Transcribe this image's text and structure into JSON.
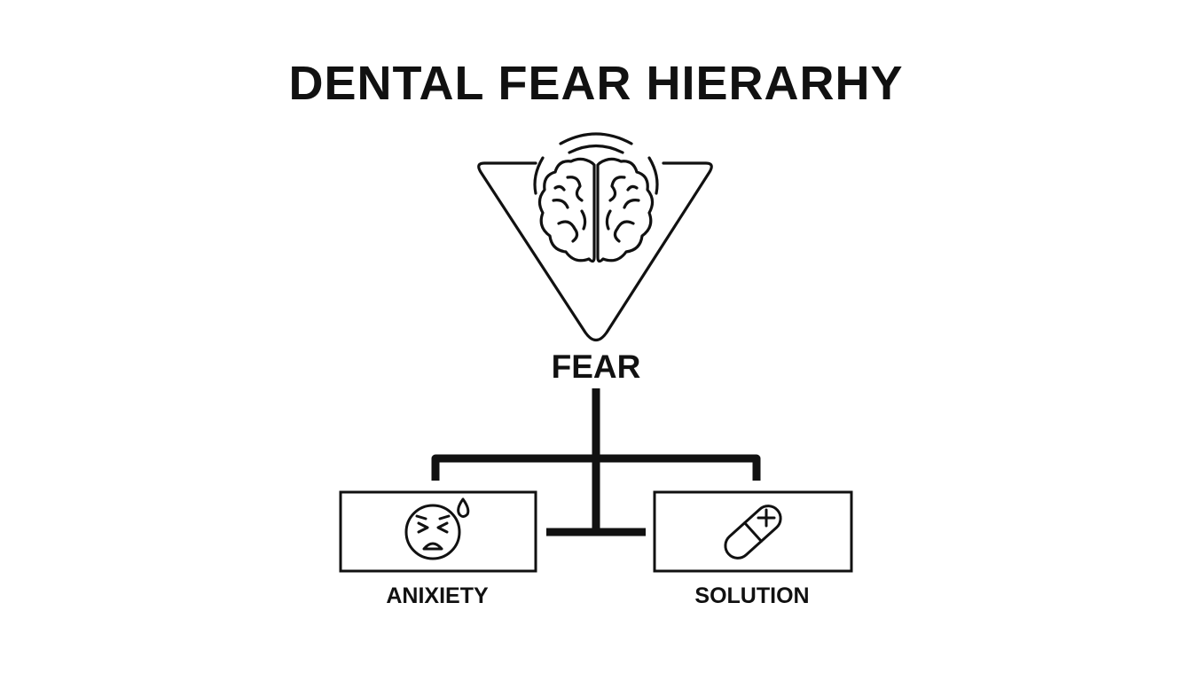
{
  "title": "DENTAL FEAR HIERARHY",
  "nodes": {
    "root": {
      "label": "FEAR",
      "icon": "brain-icon"
    },
    "left": {
      "label": "ANIXIETY",
      "icon": "anxious-face-icon"
    },
    "right": {
      "label": "SOLUTION",
      "icon": "pill-icon"
    }
  },
  "colors": {
    "stroke": "#111111",
    "background": "#ffffff"
  }
}
